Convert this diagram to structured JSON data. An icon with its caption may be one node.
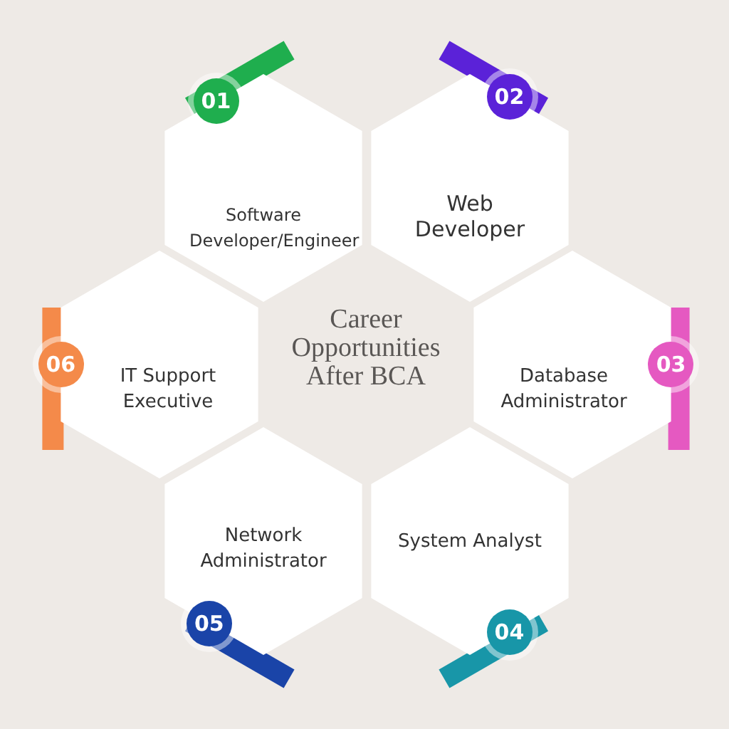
{
  "diagram": {
    "title": "Career Opportunities After BCA",
    "nodes": [
      {
        "text": [
          "01",
          "Software Developer/Engineer"
        ]
      },
      {
        "text": [
          "02",
          "Web Developer"
        ]
      },
      {
        "text": [
          "06",
          "IT Support Executive"
        ]
      },
      {
        "text": [
          "03",
          "Database Administrator"
        ]
      },
      {
        "text": [
          "Network Administrator",
          "05"
        ]
      },
      {
        "text": [
          "System Analyst",
          "04"
        ]
      }
    ],
    "edges": []
  }
}
